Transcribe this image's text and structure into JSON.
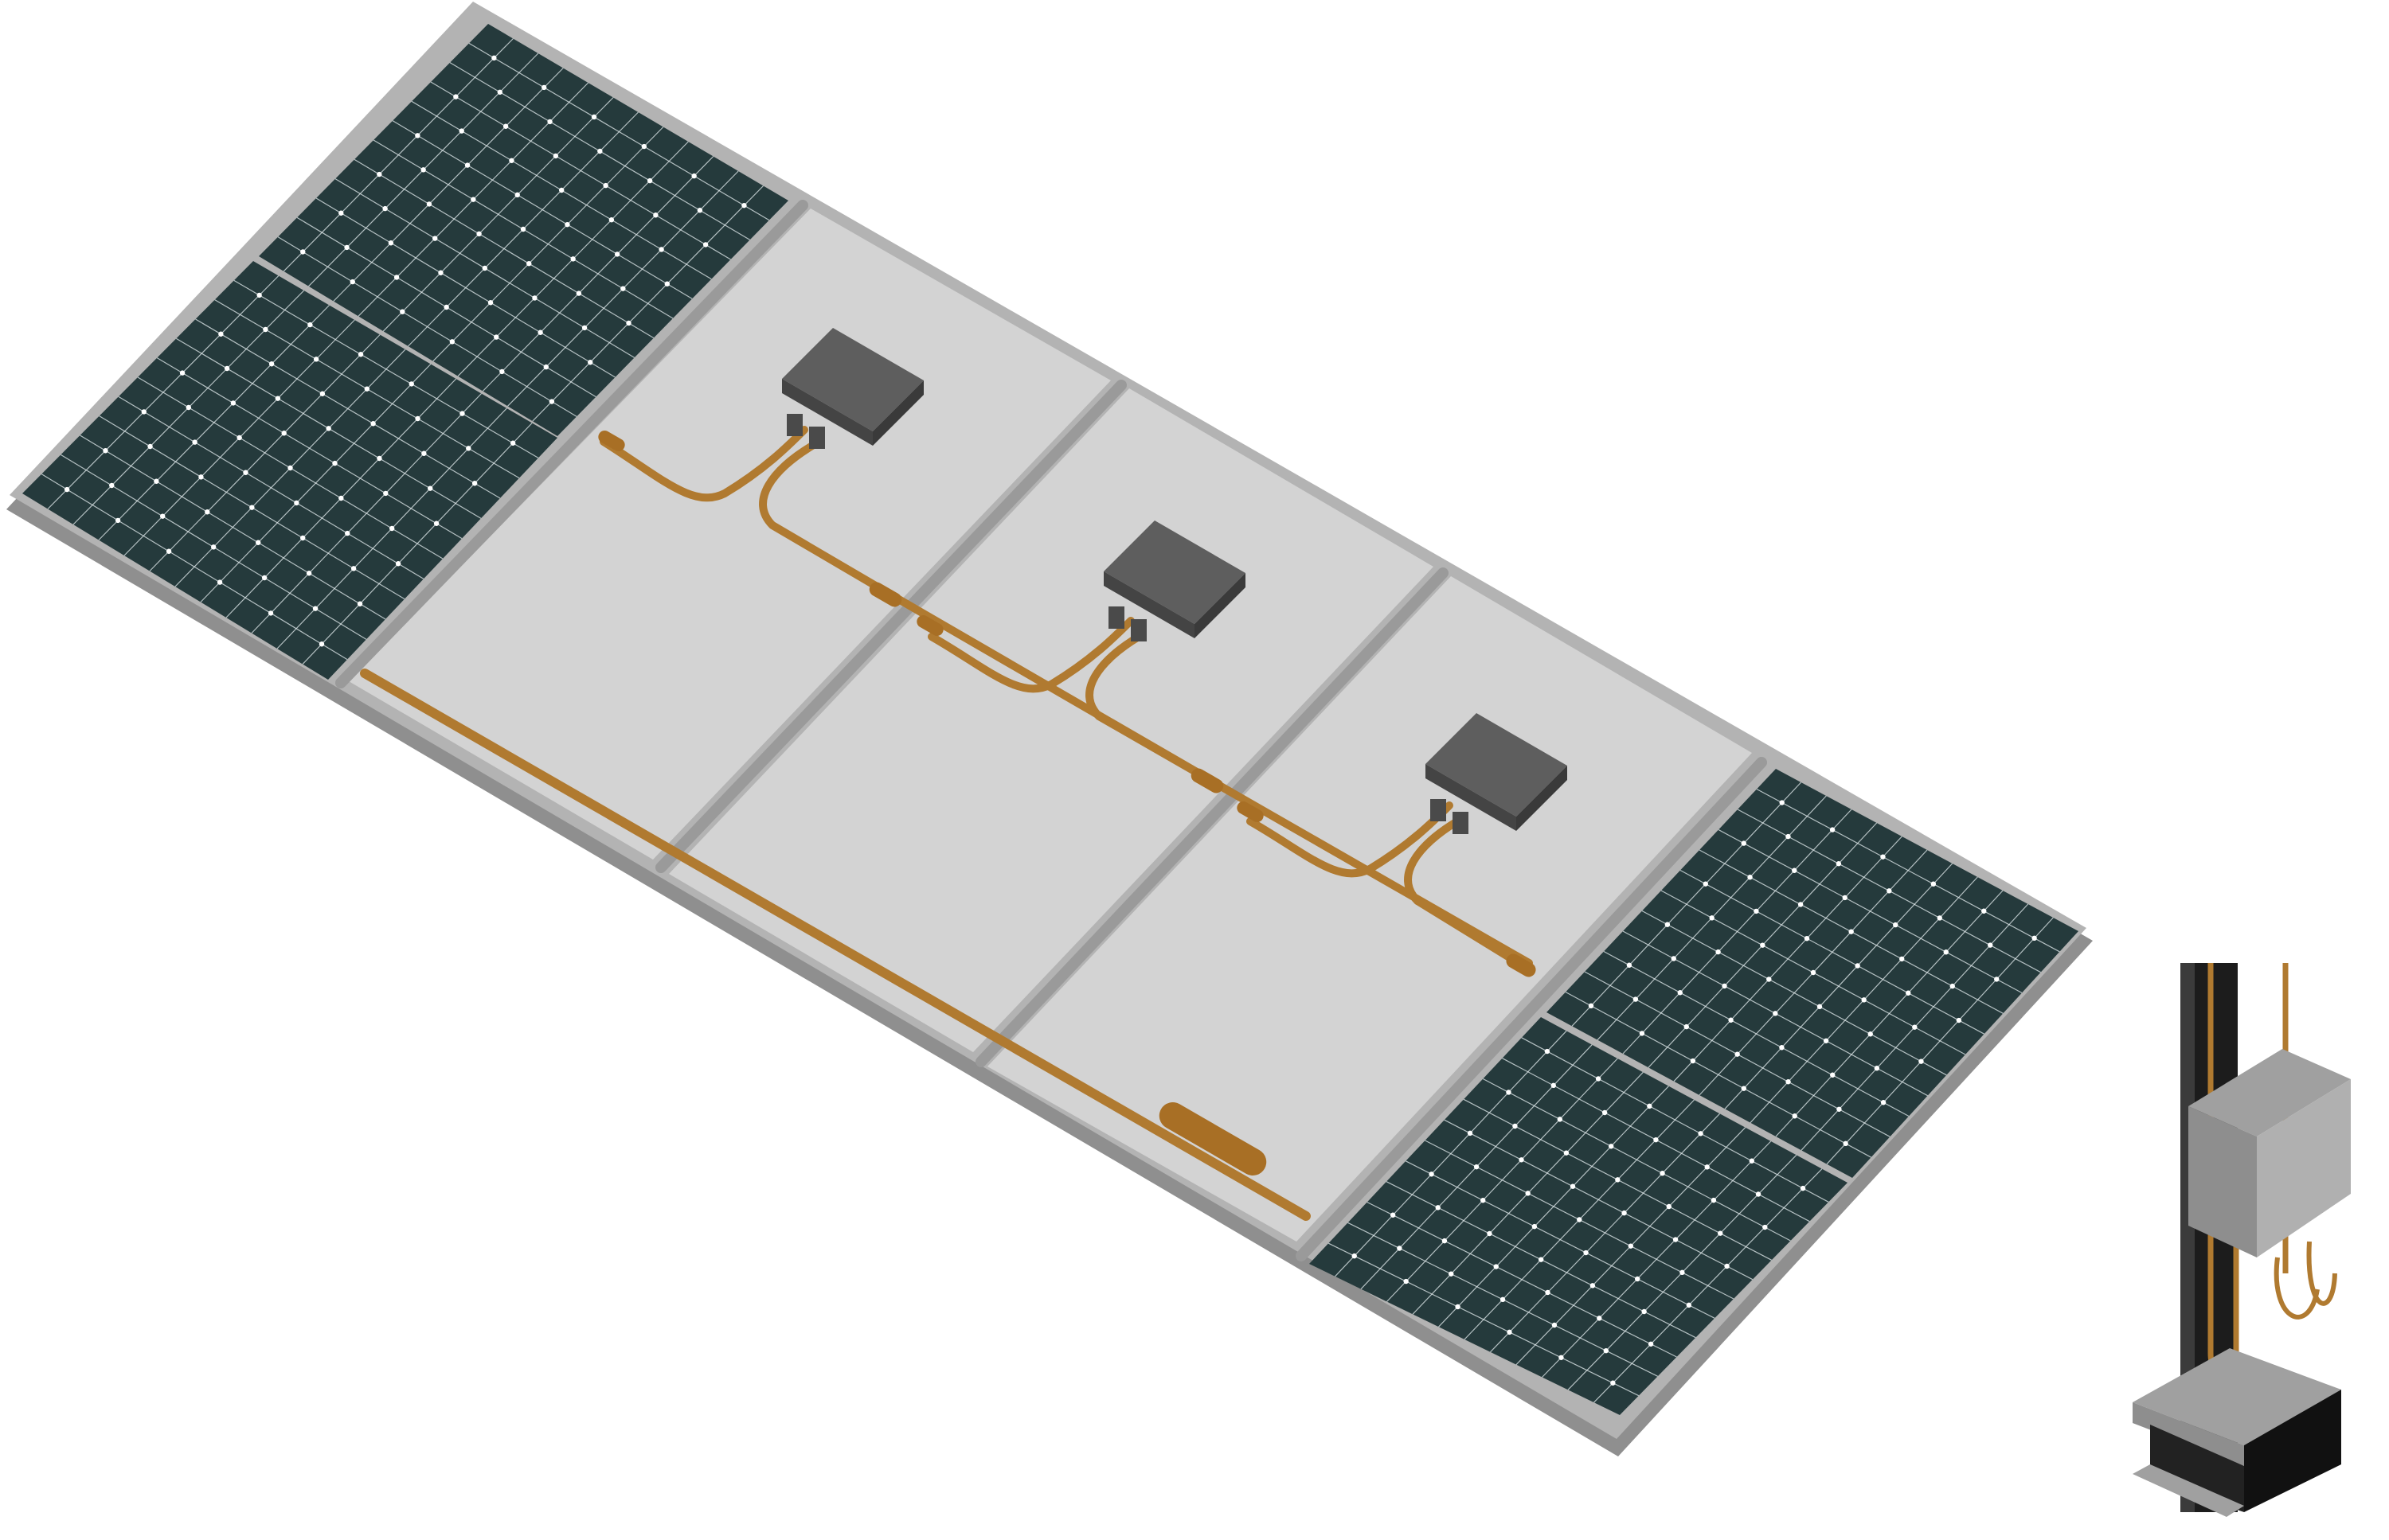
{
  "scene": {
    "subject": "solar-panel-array-with-microinverters",
    "panels_visible": 5,
    "panels_with_cells": 2,
    "panels_back_side": 3,
    "microinverters": 3,
    "cell_columns_per_panel": 12,
    "cell_rows_per_half": 12
  },
  "colors": {
    "background": "#ffffff",
    "frame": "#a9a9a9",
    "frame_dark": "#8c8c8c",
    "panel_back": "#d3d3d3",
    "cell_face": "#253a3c",
    "cell_line": "#e6eef0",
    "cell_dot": "#ffffff",
    "inverter_top": "#5e5e5e",
    "inverter_side": "#444444",
    "cable": "#b07a30",
    "cable_dark": "#8a5a1f",
    "pole_dark": "#1c1c1c",
    "pole_mid": "#3b3b3b",
    "bracket_light": "#a0a0a0",
    "bracket_mid": "#8e8e8e"
  },
  "icons": {
    "microinverter": "microinverter-box-icon",
    "pole": "mounting-pole-icon"
  }
}
